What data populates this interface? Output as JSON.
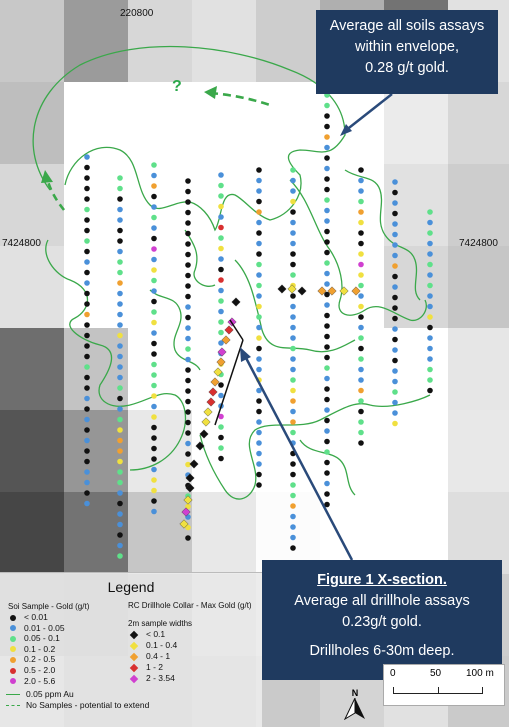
{
  "map": {
    "easting_label": "220800",
    "northing_label_left": "7424800",
    "northing_label_right": "7424800",
    "question_label": "?"
  },
  "callouts": {
    "top_line1": "Average all soils assays",
    "top_line2": "within envelope,",
    "top_line3": "0.28 g/t gold.",
    "bottom_title": "Figure 1 X-section.",
    "bottom_line1": "Average all drillhole assays",
    "bottom_line2": "0.23g/t gold.",
    "bottom_line3": "Drillholes 6-30m deep."
  },
  "legend": {
    "title": "Legend",
    "soil_heading": "Soi Sample - Gold (g/t)",
    "soil_items": [
      {
        "label": "< 0.01",
        "color": "#111111"
      },
      {
        "label": "0.01 - 0.05",
        "color": "#4a90d9"
      },
      {
        "label": "0.05 - 0.1",
        "color": "#5fe08a"
      },
      {
        "label": "0.1 - 0.2",
        "color": "#f0e040"
      },
      {
        "label": "0.2 - 0.5",
        "color": "#f0a030"
      },
      {
        "label": "0.5 - 2.0",
        "color": "#d83030"
      },
      {
        "label": "2.0 - 5.6",
        "color": "#d040d0"
      }
    ],
    "rc_heading_1": "RC Drillhole Collar - Max Gold (g/t)",
    "rc_heading_2": "2m sample widths",
    "rc_items": [
      {
        "label": "< 0.1",
        "color": "#111111"
      },
      {
        "label": "0.1 - 0.4",
        "color": "#f0e040"
      },
      {
        "label": "0.4 - 1",
        "color": "#f0a030"
      },
      {
        "label": "1 - 2",
        "color": "#d83030"
      },
      {
        "label": "2 - 3.54",
        "color": "#d040d0"
      }
    ],
    "line_items": [
      {
        "label": "0.05 ppm Au",
        "color": "#3aa84a"
      },
      {
        "label": "No Samples - potential to extend",
        "color": "#3aa84a"
      }
    ]
  },
  "north_arrow": {
    "label": "N"
  },
  "scale_bar": {
    "labels": [
      "0",
      "50",
      "100 m"
    ]
  },
  "colors": {
    "callout_bg": "#1f3a5f",
    "contour": "#3aa84a",
    "arrow": "#2a4a7a"
  }
}
